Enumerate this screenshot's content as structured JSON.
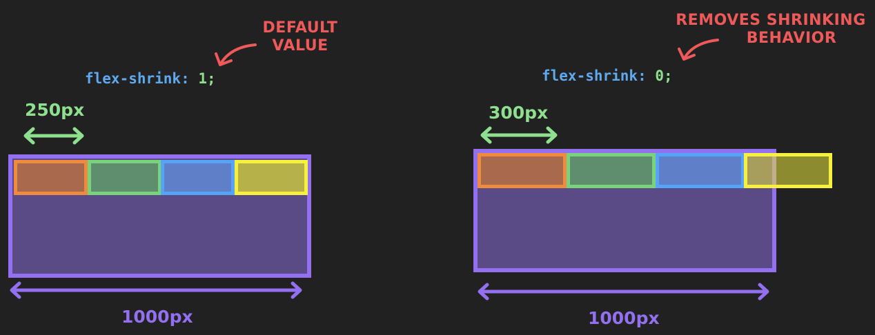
{
  "left": {
    "property": "flex-shrink:",
    "value": "1;",
    "note_line1": "DEFAULT",
    "note_line2": "VALUE",
    "item_width_label": "250px",
    "container_width_label": "1000px"
  },
  "right": {
    "property": "flex-shrink:",
    "value": "0;",
    "note_line1": "REMOVES SHRINKING",
    "note_line2": "BEHAVIOR",
    "item_width_label": "300px",
    "container_width_label": "1000px"
  },
  "colors": {
    "background": "#212121",
    "container_fill": "#5a4a86",
    "container_border": "#9370f0",
    "item_orange": "#f08a3e",
    "item_green": "#79d27c",
    "item_blue": "#55a4f5",
    "item_yellow": "#f7f03c",
    "annotation": "#ee5a5a",
    "measure_green": "#8ee08f",
    "measure_purple": "#9370f0"
  }
}
